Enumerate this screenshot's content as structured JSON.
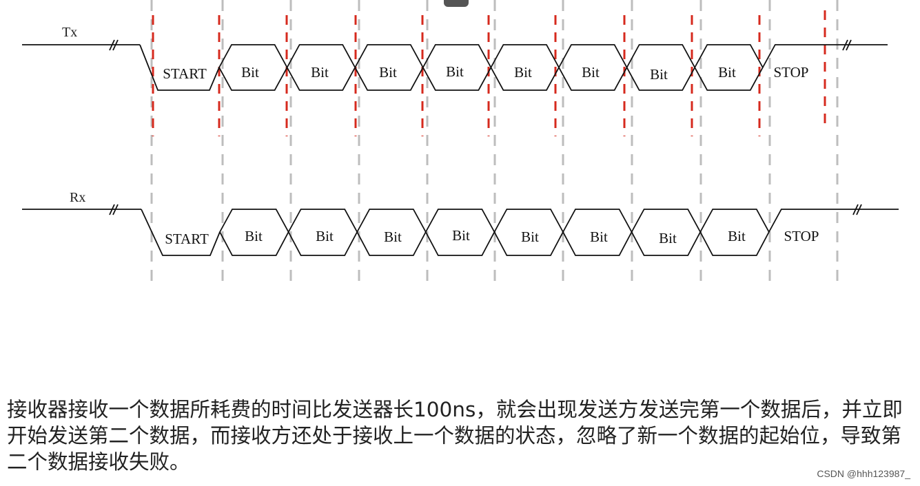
{
  "signals": {
    "tx_label": "Tx",
    "rx_label": "Rx"
  },
  "tx_segments": [
    "START",
    "Bit",
    "Bit",
    "Bit",
    "Bit",
    "Bit",
    "Bit",
    "Bit",
    "Bit",
    "STOP"
  ],
  "rx_segments": [
    "START",
    "Bit",
    "Bit",
    "Bit",
    "Bit",
    "Bit",
    "Bit",
    "Bit",
    "Bit",
    "STOP"
  ],
  "caption": "接收器接收一个数据所耗费的时间比发送器长100ns，就会出现发送方发送完第一个数据后，并立即开始发送第二个数据，而接收方还处于接收上一个数据的状态，忽略了新一个数据的起始位，导致第二个数据接收失败。",
  "watermark": "CSDN @hhh123987_",
  "colors": {
    "signal_line": "#111111",
    "rx_boundary_dash": "#bdbdbd",
    "tx_sample_dash": "#d62a1e",
    "caption_text": "#222222"
  }
}
